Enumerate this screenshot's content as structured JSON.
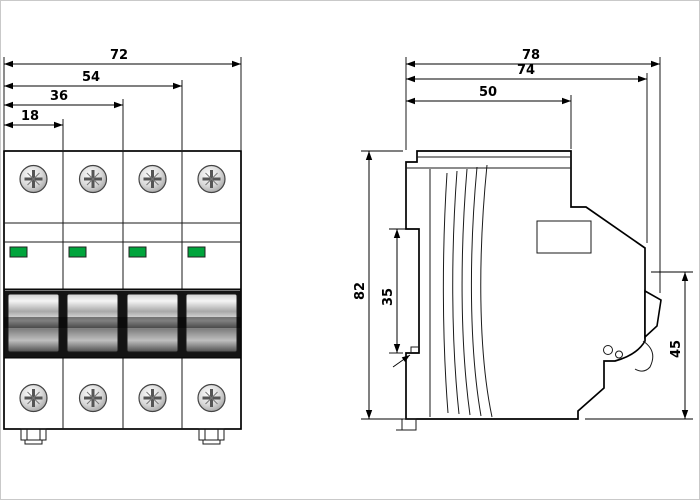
{
  "front_view": {
    "dim_total_width": "72",
    "dim_three_modules": "54",
    "dim_two_modules": "36",
    "dim_one_module": "18"
  },
  "side_view": {
    "dim_depth_overall": "78",
    "dim_depth_body": "74",
    "dim_depth_top": "50",
    "dim_height_overall": "82",
    "dim_rail_recess": "35",
    "dim_front_section": "45"
  },
  "colors": {
    "indicator_green": "#00a43c",
    "line": "#111111",
    "background": "#ffffff"
  }
}
